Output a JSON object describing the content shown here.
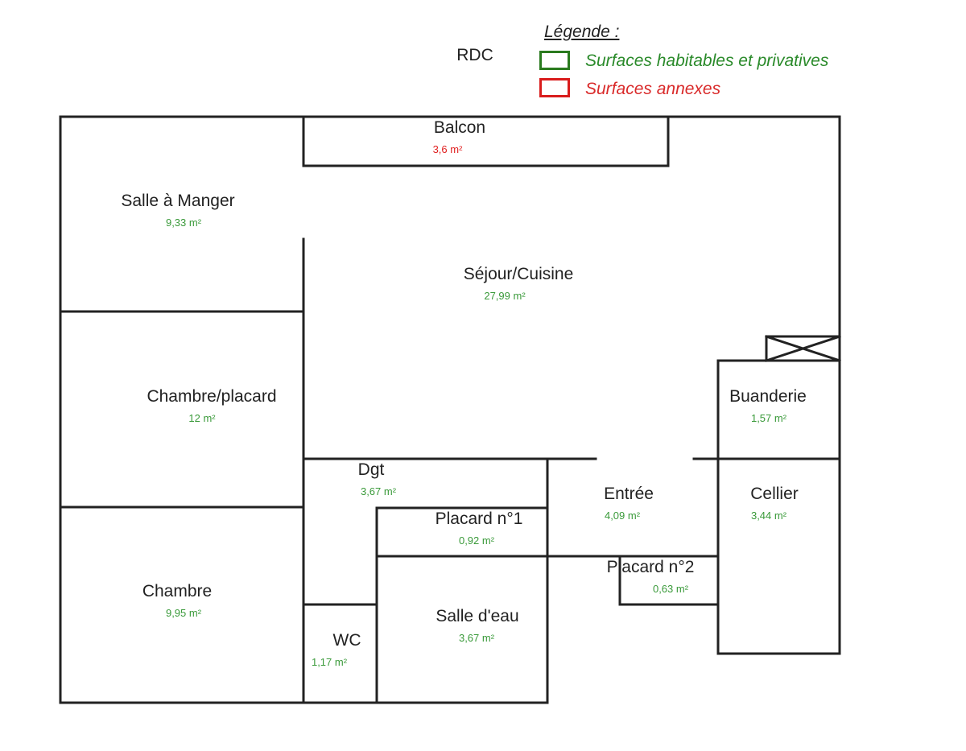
{
  "title": "RDC",
  "legend": {
    "heading": "Légende :",
    "items": [
      {
        "label": "Surfaces habitables et privatives",
        "color": "#2a7a1e"
      },
      {
        "label": "Surfaces annexes",
        "color": "#d91c1c"
      }
    ]
  },
  "rooms": [
    {
      "name": "Balcon",
      "area": "3,6  m²"
    },
    {
      "name": "Salle à Manger",
      "area": "9,33  m²"
    },
    {
      "name": "Séjour/Cuisine",
      "area": "27,99  m²"
    },
    {
      "name": "Chambre/placard",
      "area": "12  m²"
    },
    {
      "name": "Buanderie",
      "area": "1,57  m²"
    },
    {
      "name": "Dgt",
      "area": "3,67  m²"
    },
    {
      "name": "Entrée",
      "area": "4,09  m²"
    },
    {
      "name": "Cellier",
      "area": "3,44  m²"
    },
    {
      "name": "Placard n°1",
      "area": "0,92  m²"
    },
    {
      "name": "Placard n°2",
      "area": "0,63  m²"
    },
    {
      "name": "Chambre",
      "area": "9,95  m²"
    },
    {
      "name": "Salle d'eau",
      "area": "3,67  m²"
    },
    {
      "name": "WC",
      "area": "1,17  m²"
    }
  ]
}
